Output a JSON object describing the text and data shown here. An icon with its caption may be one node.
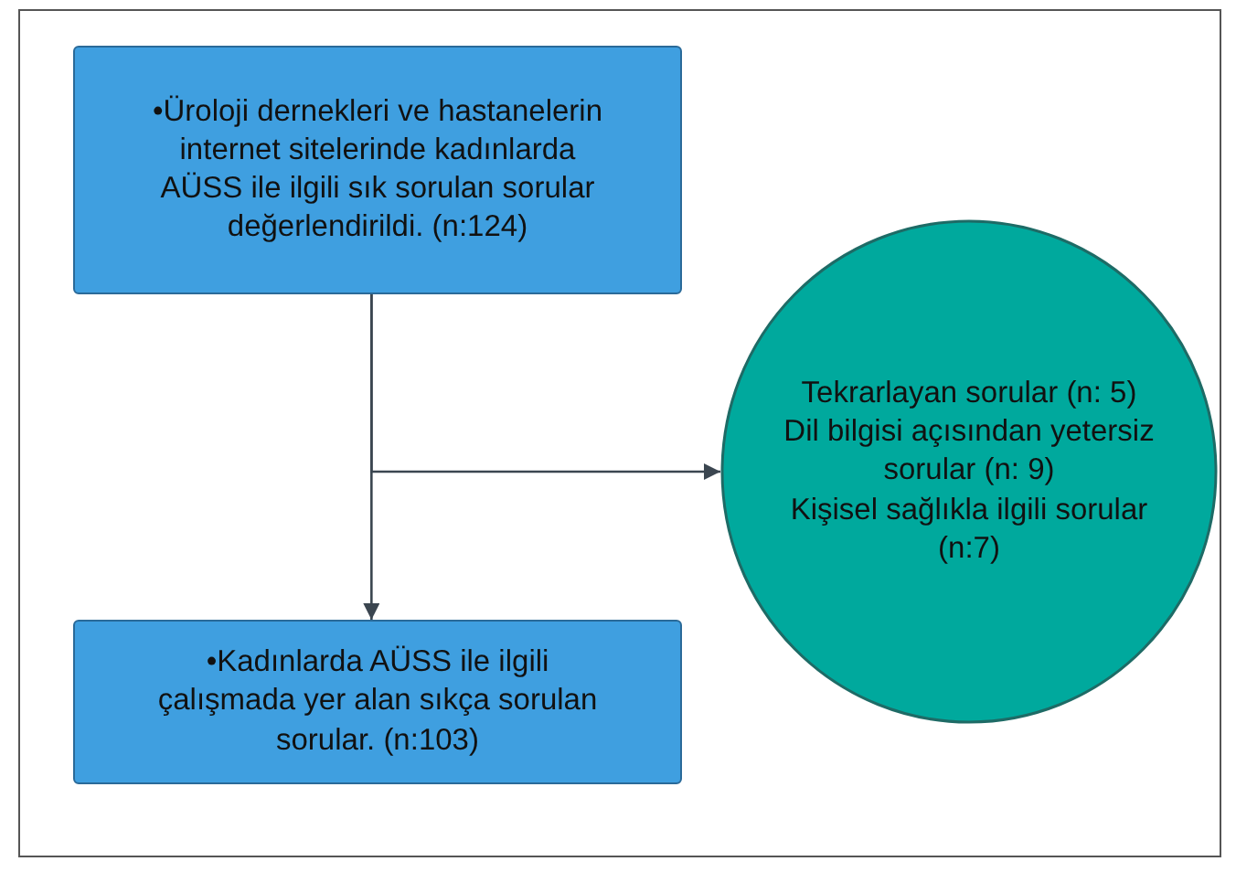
{
  "diagram": {
    "nodes": [
      {
        "text": [
          "•Üroloji dernekleri ve hastanelerin internet sitelerinde kadınlarda AÜSS ile ilgili sık sorulan sorular değerlendirildi. (n:124)"
        ]
      },
      {
        "text": [
          "Tekrarlayan sorular (n: 5)",
          "Dil bilgisi açısından yetersiz sorular (n: 9)",
          "Kişisel sağlıkla ilgili sorular (n:7)"
        ]
      },
      {
        "text": [
          "•Kadınlarda AÜSS ile ilgili çalışmada yer alan sıkça sorulan sorular. (n:103)"
        ]
      }
    ],
    "edges": [
      {
        "from": 0,
        "to": 2,
        "arrow": "to"
      },
      {
        "from": 0,
        "to": 1,
        "arrow": "to"
      }
    ]
  }
}
